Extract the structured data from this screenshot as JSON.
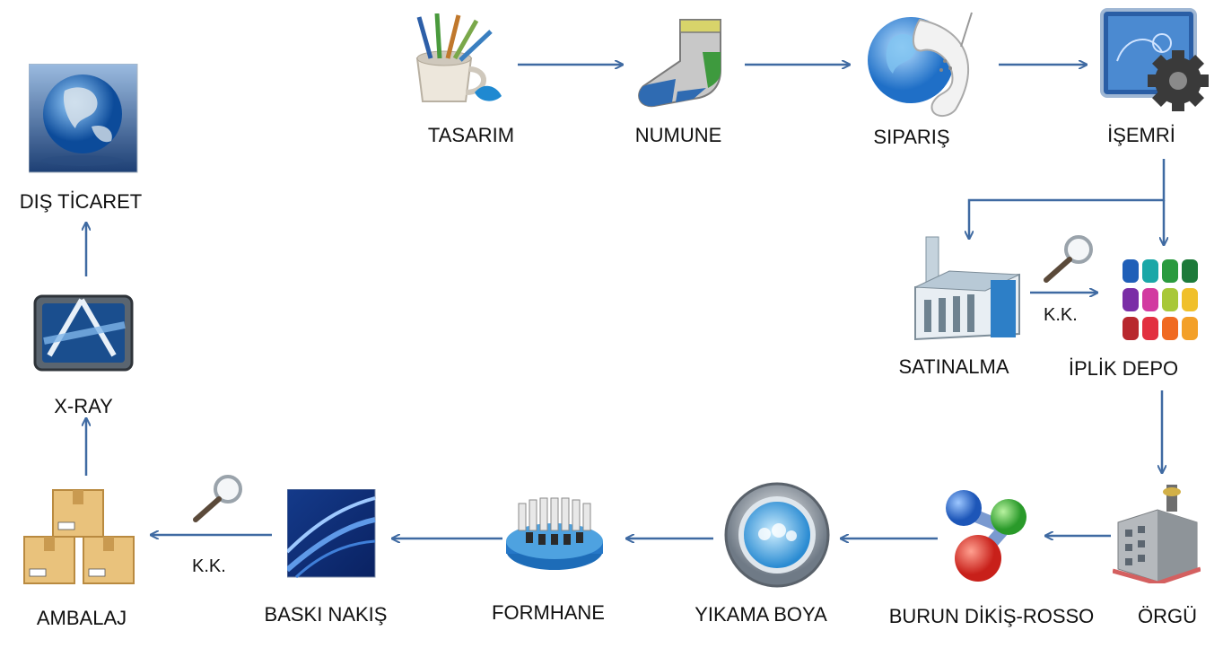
{
  "title": "Process flow",
  "accent_color": "#3f6aa2",
  "nodes": {
    "tasarim": {
      "label": "TASARIM",
      "icon": "paintbrush-cup-icon"
    },
    "numune": {
      "label": "NUMUNE",
      "icon": "sock-icon"
    },
    "siparis": {
      "label": "SIPARIŞ",
      "icon": "globe-phone-icon"
    },
    "isemri": {
      "label": "İŞEMRİ",
      "icon": "blueprint-gear-icon"
    },
    "satinalma": {
      "label": "SATINALMA",
      "icon": "factory-icon"
    },
    "iplik_depo": {
      "label": "İPLİK DEPO",
      "icon": "thread-spools-icon"
    },
    "orgu": {
      "label": "ÖRGÜ",
      "icon": "industrial-building-icon"
    },
    "burun": {
      "label": "BURUN DİKİŞ-ROSSO",
      "icon": "molecule-icon"
    },
    "yikama": {
      "label": "YIKAMA BOYA",
      "icon": "washing-machine-icon"
    },
    "formhane": {
      "label": "FORMHANE",
      "icon": "bobbin-machine-icon"
    },
    "baski": {
      "label": "BASKI NAKIŞ",
      "icon": "blue-swoosh-icon"
    },
    "ambalaj": {
      "label": "AMBALAJ",
      "icon": "boxes-icon"
    },
    "xray": {
      "label": "X-RAY",
      "icon": "xray-app-icon"
    },
    "dis_ticaret": {
      "label": "DIŞ TİCARET",
      "icon": "world-globe-icon"
    }
  },
  "quality_checks": [
    {
      "label": "K.K.",
      "icon": "magnifier-icon"
    },
    {
      "label": "K.K.",
      "icon": "magnifier-icon"
    }
  ]
}
